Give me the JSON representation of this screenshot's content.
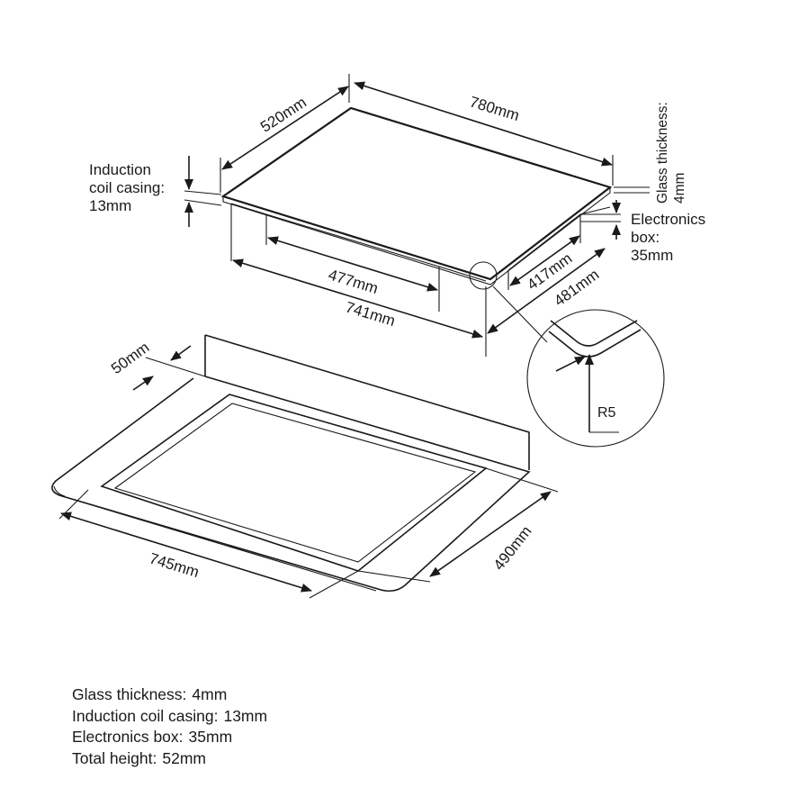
{
  "dimensions": {
    "hob_depth": "520mm",
    "hob_width": "780mm",
    "glass_thickness_label": "Glass thickness:",
    "glass_thickness_value": "4mm",
    "coil_casing_line1": "Induction",
    "coil_casing_line2": "coil casing:",
    "coil_casing_line3": "13mm",
    "electronics_line1": "Electronics",
    "electronics_line2": "box:",
    "electronics_line3": "35mm",
    "inner_width": "477mm",
    "base_width": "741mm",
    "inner_depth": "417mm",
    "base_depth": "481mm",
    "radius": "R5",
    "front_clearance": "50mm",
    "cutout_width": "745mm",
    "cutout_depth": "490mm"
  },
  "specs": [
    {
      "label": "Glass thickness:",
      "value": "4mm"
    },
    {
      "label": "Induction coil casing:",
      "value": "13mm"
    },
    {
      "label": "Electronics box:",
      "value": "35mm"
    },
    {
      "label": "Total height:",
      "value": "52mm"
    }
  ]
}
